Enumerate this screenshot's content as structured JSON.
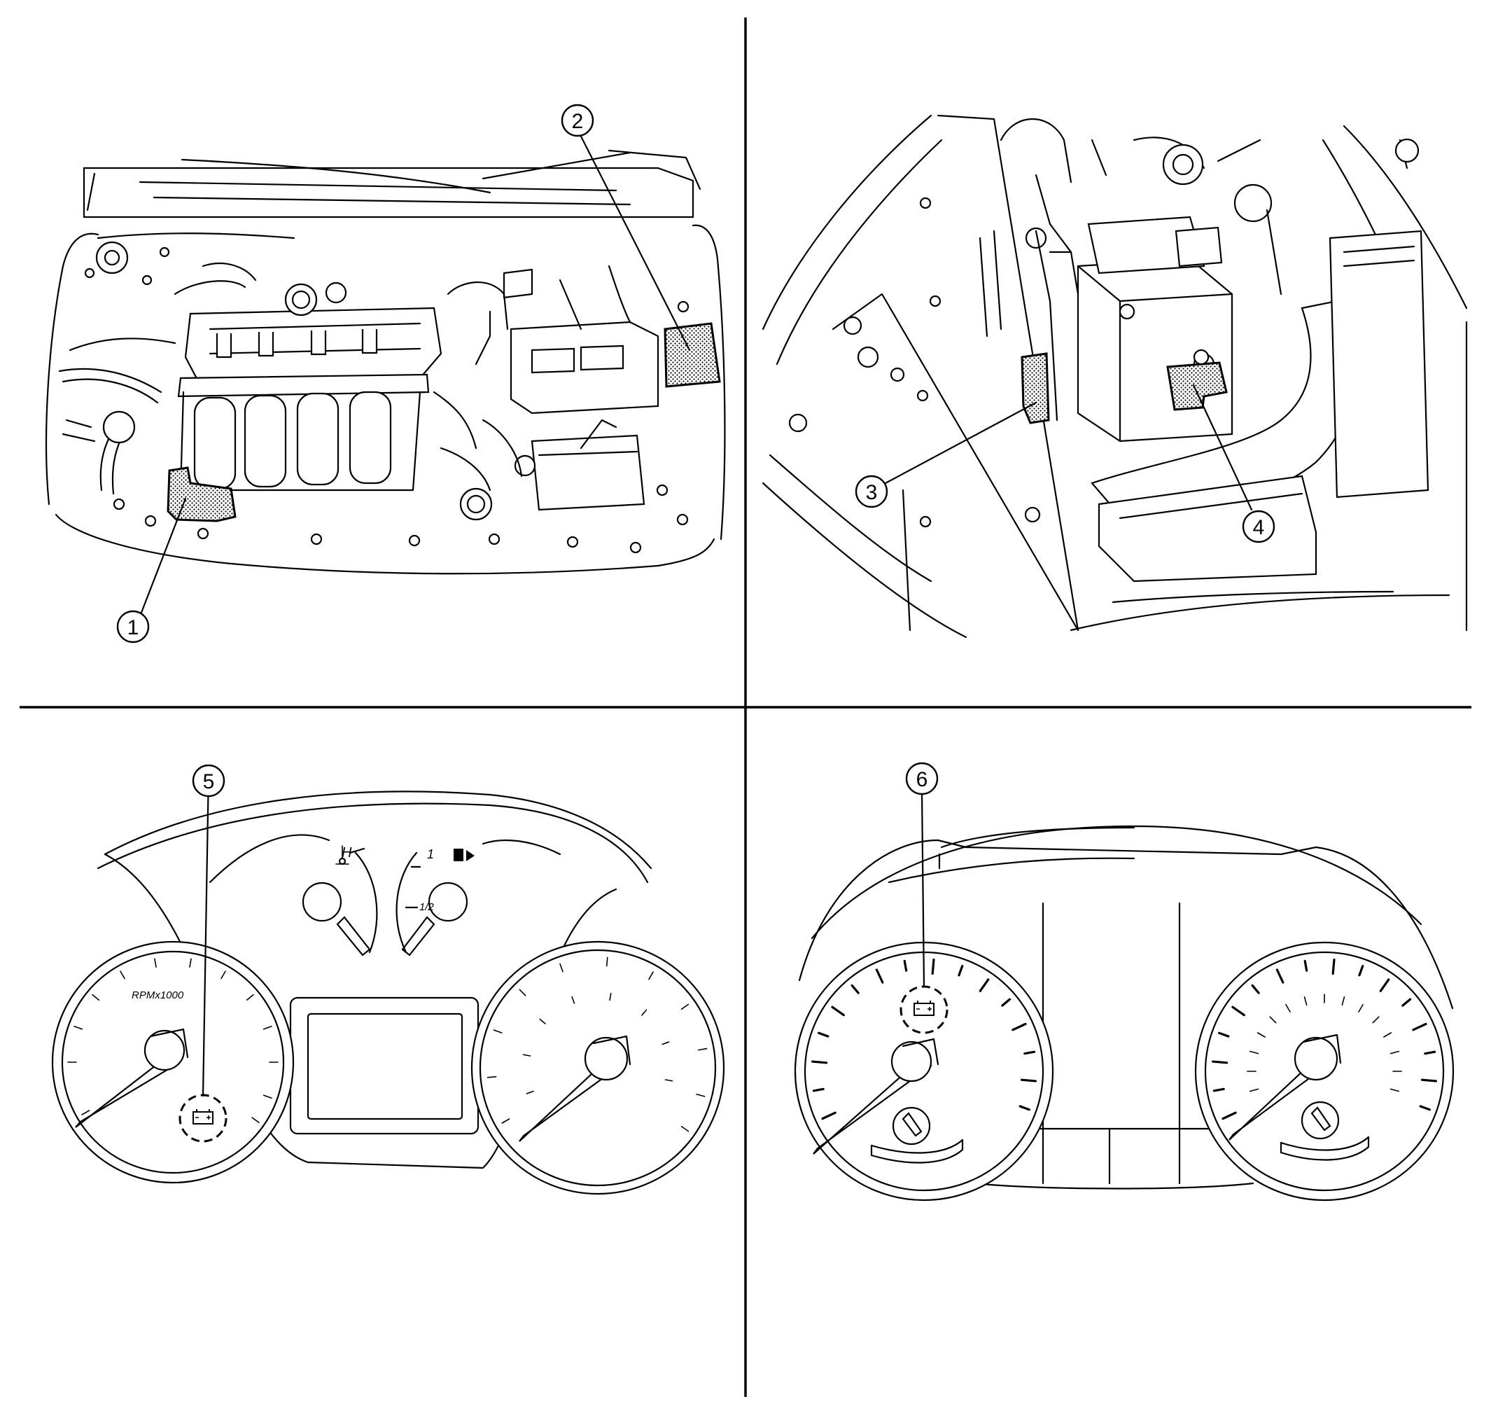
{
  "callouts": {
    "c1": "1",
    "c2": "2",
    "c3": "3",
    "c4": "4",
    "c5": "5",
    "c6": "6"
  },
  "gauges": {
    "tachometer_label": "RPMx1000",
    "temp_hot_label": "H",
    "fuel_full_label": "1",
    "fuel_half_label": "1/2"
  },
  "icons": {
    "battery_warning": "battery-warning-icon",
    "temperature": "thermometer-icon",
    "fuel": "fuel-pump-icon"
  }
}
